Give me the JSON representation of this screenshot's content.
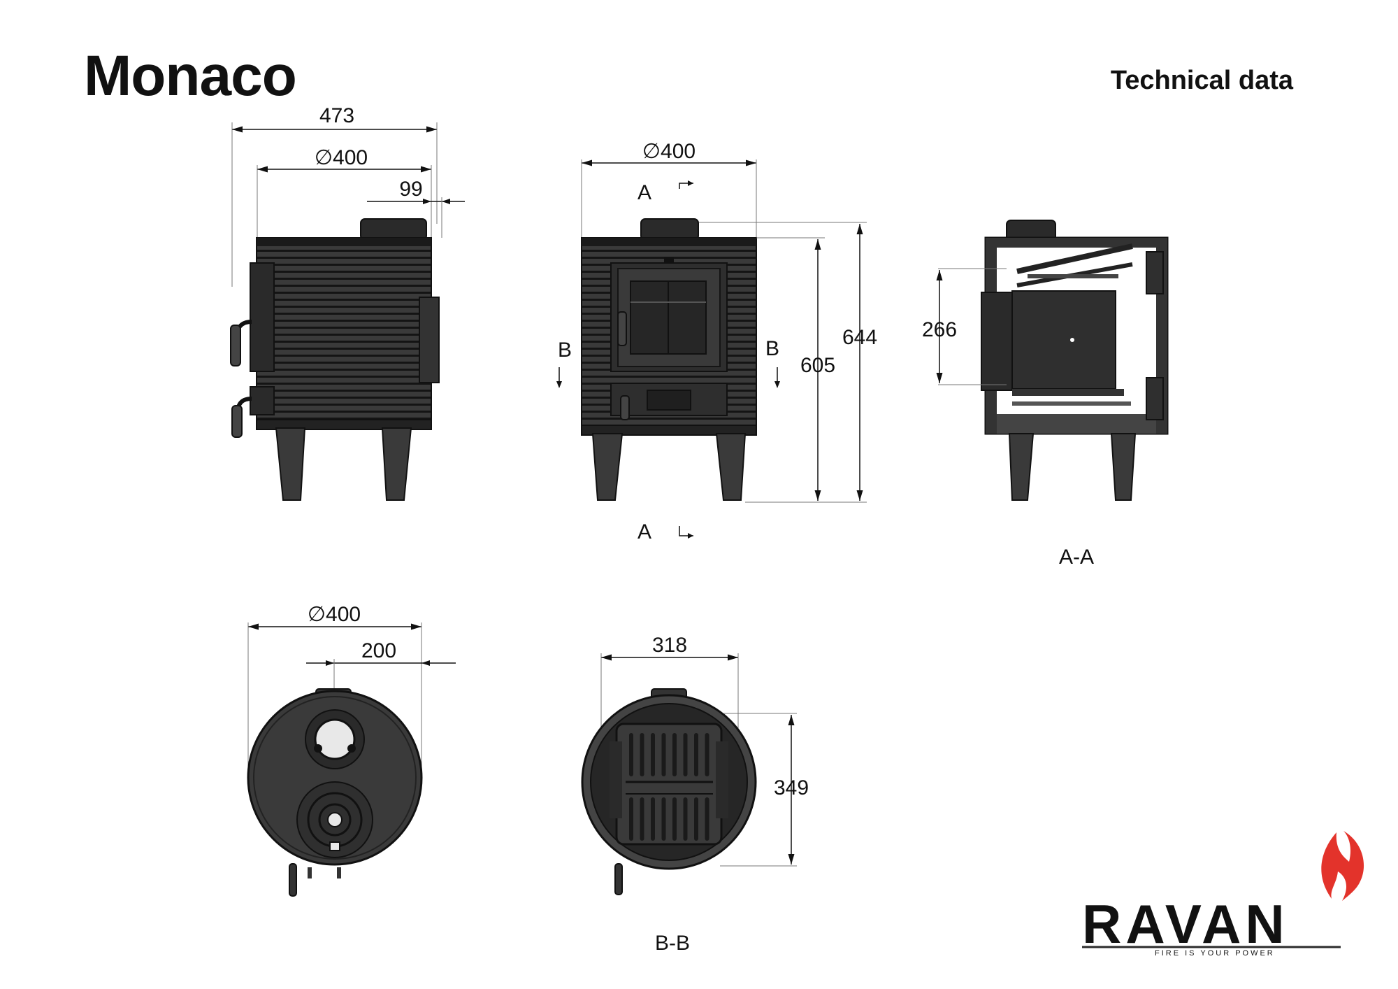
{
  "title": "Monaco",
  "subtitle": "Technical data",
  "brand": {
    "name": "RAVAN",
    "tagline": "FIRE IS YOUR POWER",
    "flame_color": "#e3332b"
  },
  "side_view": {
    "dim_width": "473",
    "dim_flue": "∅400",
    "dim_flue_offset": "99"
  },
  "front_view": {
    "dim_flue": "∅400",
    "dim_height_total": "644",
    "dim_height_flue": "605",
    "section_a": "A",
    "section_b": "B"
  },
  "section_aa": {
    "label": "A-A",
    "dim_door": "266"
  },
  "top_view": {
    "dim_flue": "∅400",
    "dim_offset": "200"
  },
  "section_bb": {
    "label": "B-B",
    "dim_width": "318",
    "dim_depth": "349"
  }
}
